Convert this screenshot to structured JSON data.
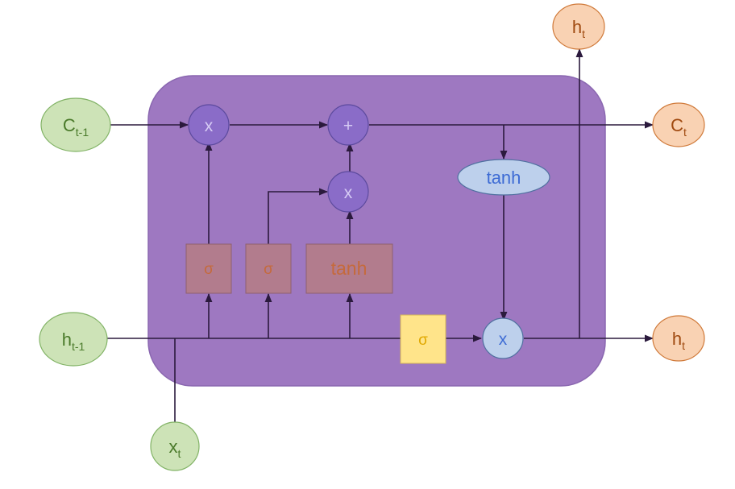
{
  "nodes": {
    "c_prev": {
      "base": "C",
      "sub": "t-1"
    },
    "h_prev": {
      "base": "h",
      "sub": "t-1"
    },
    "x_t": {
      "base": "x",
      "sub": "t"
    },
    "c_t": {
      "base": "C",
      "sub": "t"
    },
    "h_t_top": {
      "base": "h",
      "sub": "t"
    },
    "h_t_right": {
      "base": "h",
      "sub": "t"
    }
  },
  "operators": {
    "forget_mul": "x",
    "add": "+",
    "input_mul": "x",
    "output_mul": "x",
    "tanh_cell": "tanh"
  },
  "gates": {
    "forget": "σ",
    "input": "σ",
    "candidate": "tanh",
    "output": "σ"
  },
  "colors": {
    "cell_fill": "#9e78c1",
    "input_node_fill": "#cde3b7",
    "input_node_stroke": "#82b366",
    "input_node_text": "#4a7a2a",
    "output_node_fill": "#f9d2b3",
    "output_node_stroke": "#d07a3a",
    "output_node_text": "#a04a10",
    "op_fill": "#8a6cc8",
    "op_stroke": "#5c4a9e",
    "op_text": "#d7ccf5",
    "gate_fill": "#b27c8d",
    "gate_stroke": "#8e6070",
    "gate_text": "#c56a3c",
    "output_gate_fill": "#ffe48a",
    "output_gate_stroke": "#d6b656",
    "output_gate_text": "#e0a800",
    "tanh_fill": "#bdd0ec",
    "tanh_stroke": "#5070a0",
    "tanh_text": "#3d6bd4",
    "line": "#2b1a3d"
  }
}
